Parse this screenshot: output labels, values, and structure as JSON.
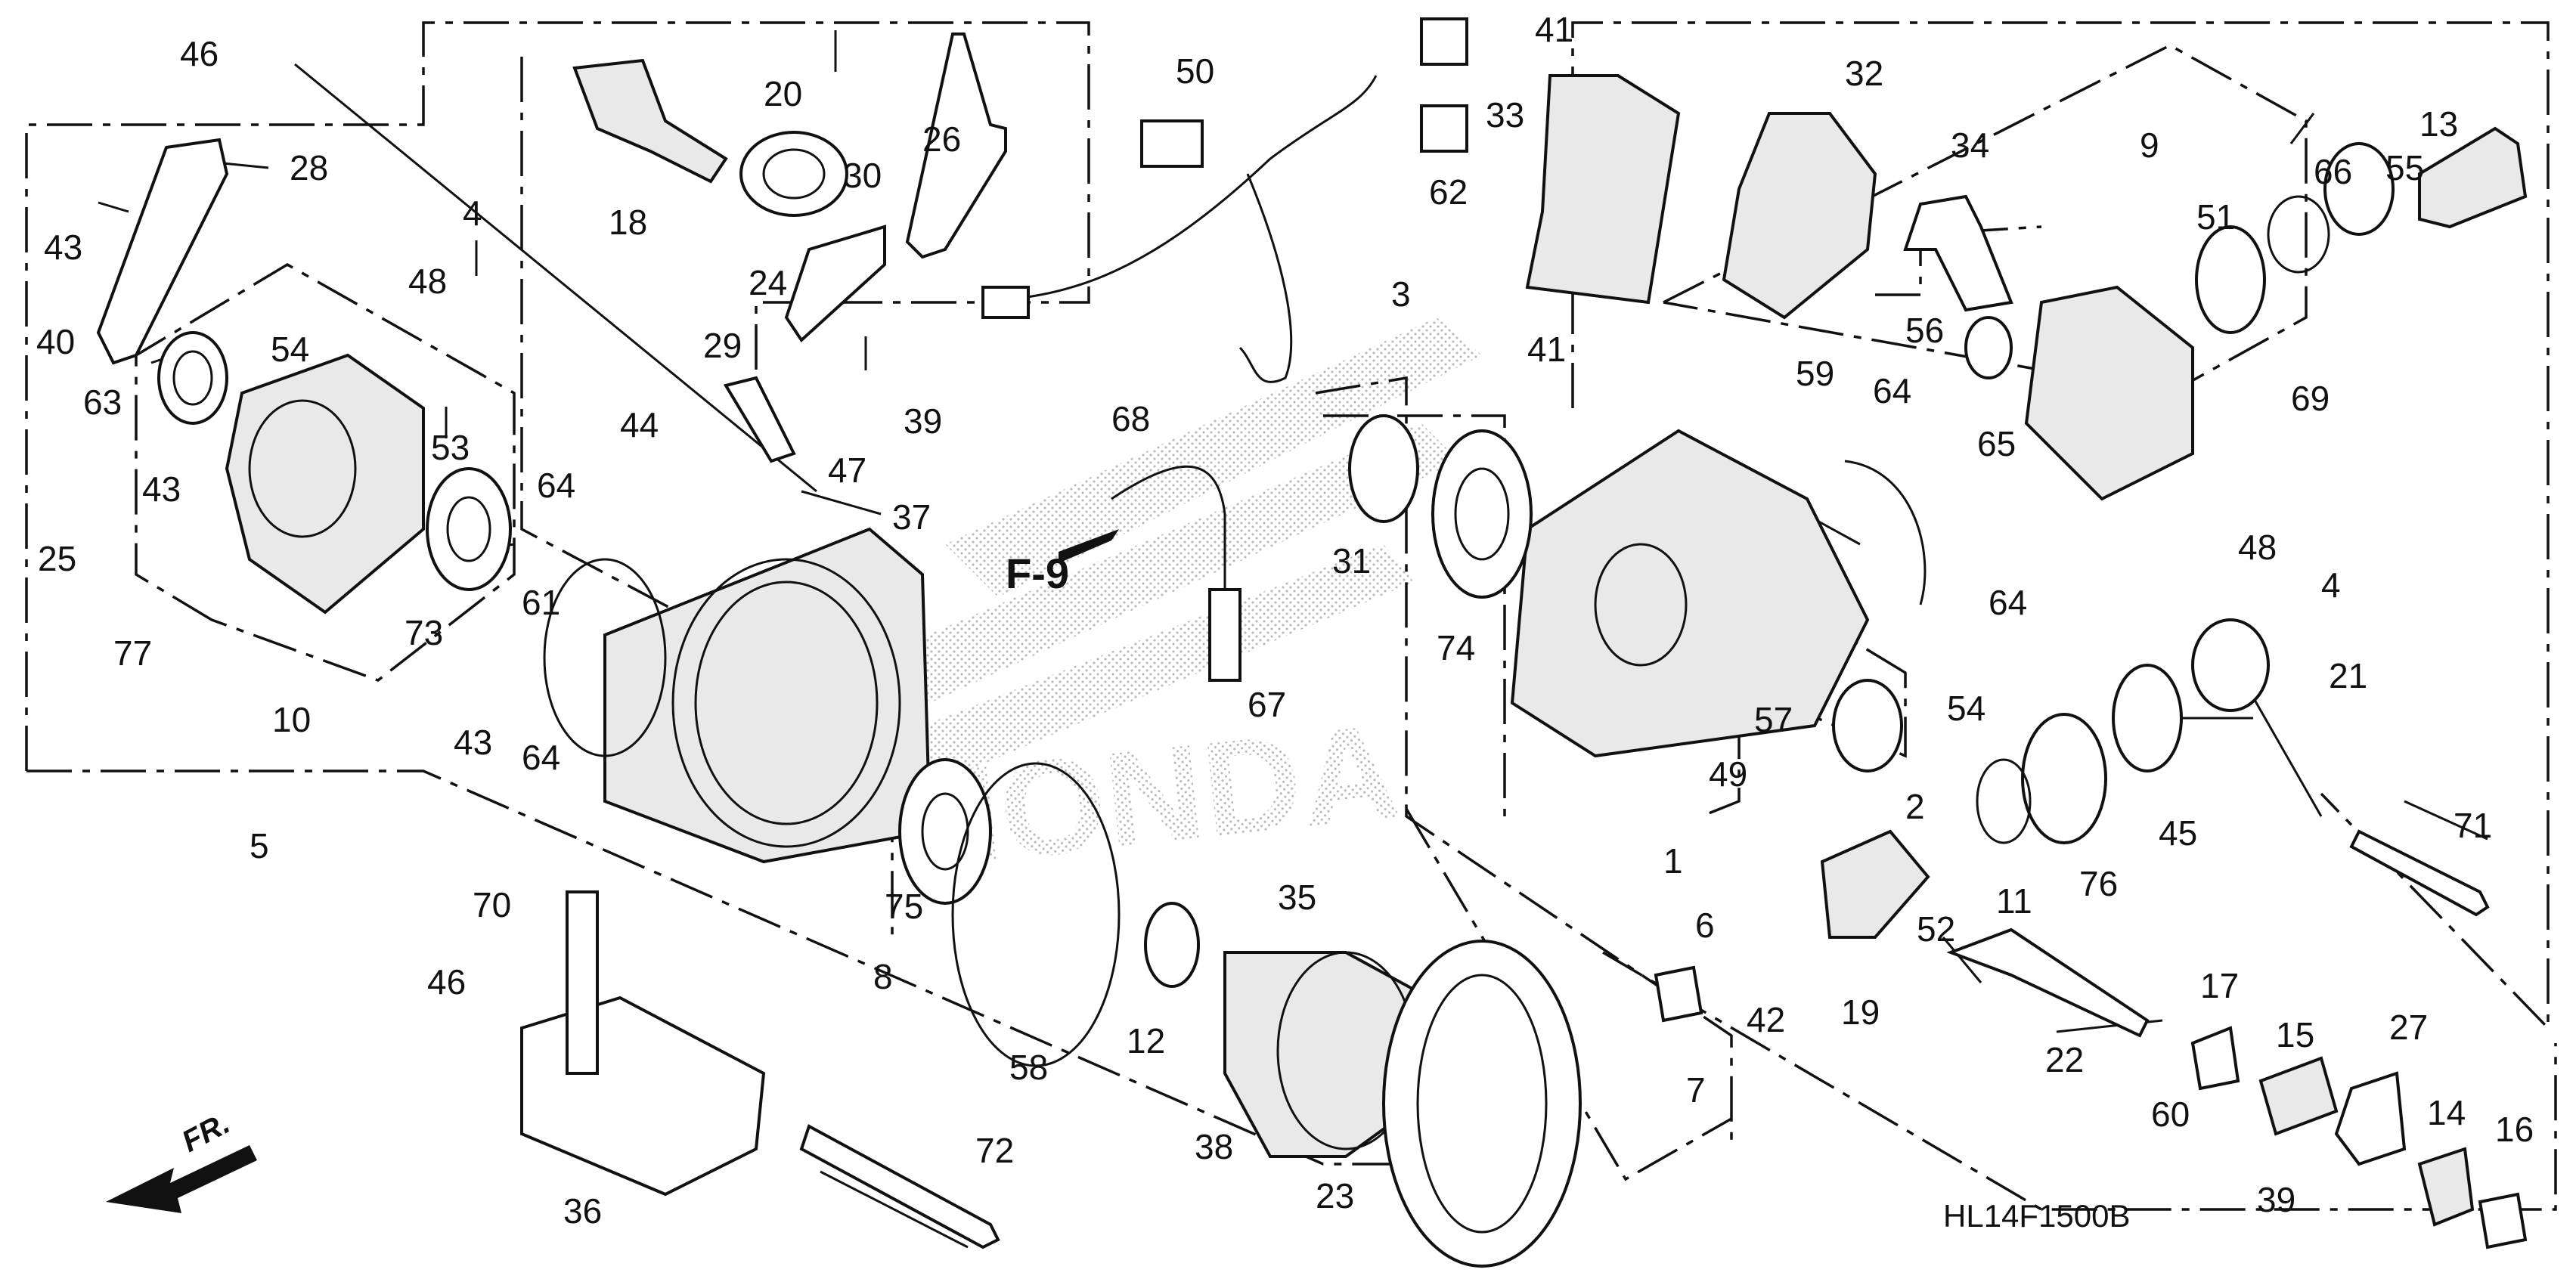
{
  "diagram_code": "HL14F1500B",
  "reference_label": "F-9",
  "front_arrow_label": "FR.",
  "watermark_text": "HONDA",
  "colors": {
    "line": "#111111",
    "background": "#ffffff",
    "stipple": "#bdbdbd"
  },
  "callouts": [
    "46",
    "43",
    "28",
    "40",
    "63",
    "25",
    "77",
    "54",
    "10",
    "43",
    "4",
    "48",
    "53",
    "64",
    "73",
    "61",
    "64",
    "43",
    "5",
    "18",
    "20",
    "30",
    "26",
    "24",
    "29",
    "39",
    "47",
    "37",
    "44",
    "50",
    "3",
    "62",
    "68",
    "67",
    "41",
    "33",
    "41",
    "31",
    "74",
    "32",
    "34",
    "59",
    "64",
    "56",
    "9",
    "51",
    "66",
    "55",
    "13",
    "65",
    "69",
    "48",
    "4",
    "64",
    "57",
    "54",
    "49",
    "2",
    "1",
    "6",
    "7",
    "42",
    "52",
    "19",
    "11",
    "76",
    "45",
    "21",
    "71",
    "22",
    "17",
    "60",
    "15",
    "27",
    "14",
    "16",
    "39",
    "70",
    "46",
    "36",
    "72",
    "8",
    "75",
    "58",
    "12",
    "35",
    "38",
    "23"
  ]
}
